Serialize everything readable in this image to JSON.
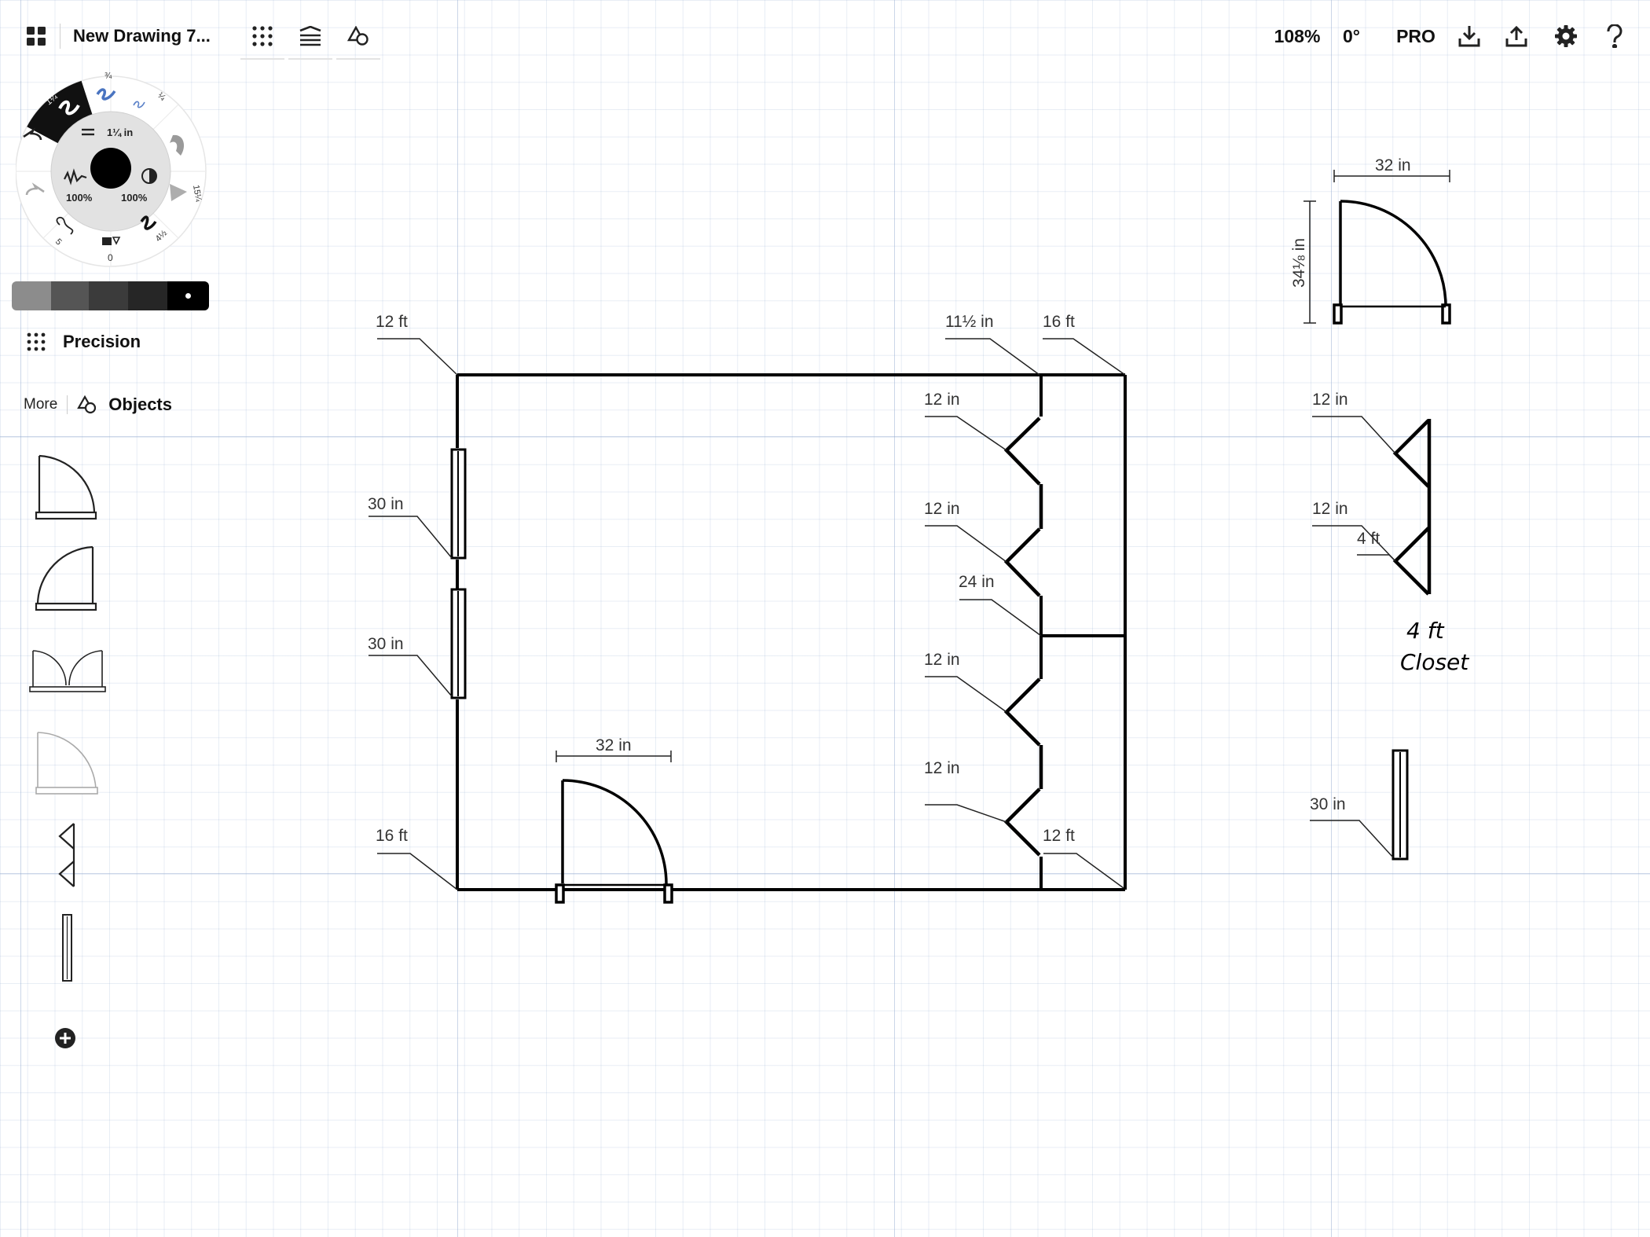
{
  "topbar": {
    "title": "New Drawing 7...",
    "zoom": "108%",
    "rotation": "0°",
    "pro_label": "PRO",
    "icons": [
      "gallery-icon",
      "grid-icon",
      "layers-icon",
      "shapes-icon",
      "import-icon",
      "export-icon",
      "settings-icon",
      "help-icon"
    ]
  },
  "brush": {
    "size_label": "1¼ in",
    "opacity": "100%",
    "smoothing": "100%",
    "preset_labels": [
      "1¼",
      "¾",
      "¼",
      "15¼",
      "4½",
      "5",
      "0"
    ]
  },
  "colors": [
    "#8c8c8c",
    "#555555",
    "#3b3b3b",
    "#262626",
    "#000000"
  ],
  "precision": {
    "label": "Precision"
  },
  "objects": {
    "more_label": "More",
    "title": "Objects",
    "items": [
      "door-right-swing",
      "door-left-swing",
      "double-door",
      "door-light",
      "closet-pair",
      "window"
    ]
  },
  "drawing": {
    "room_labels": {
      "top_left": "12 ft",
      "top_mid": "11½ in",
      "top_right": "16 ft",
      "window1": "30 in",
      "window2": "30 in",
      "bottom_left": "16 ft",
      "door": "32 in",
      "closet1": "12 in",
      "closet2": "12 in",
      "divider": "24 in",
      "closet3": "12 in",
      "closet4": "12 in",
      "bottom_right": "12 ft"
    },
    "side_labels": {
      "door_width": "32 in",
      "door_height": "34⅛ in",
      "closet_a": "12 in",
      "closet_b": "12 in",
      "closet_len": "4 ft",
      "window": "30 in"
    },
    "handwriting": [
      "4 ft",
      "Closet"
    ]
  }
}
